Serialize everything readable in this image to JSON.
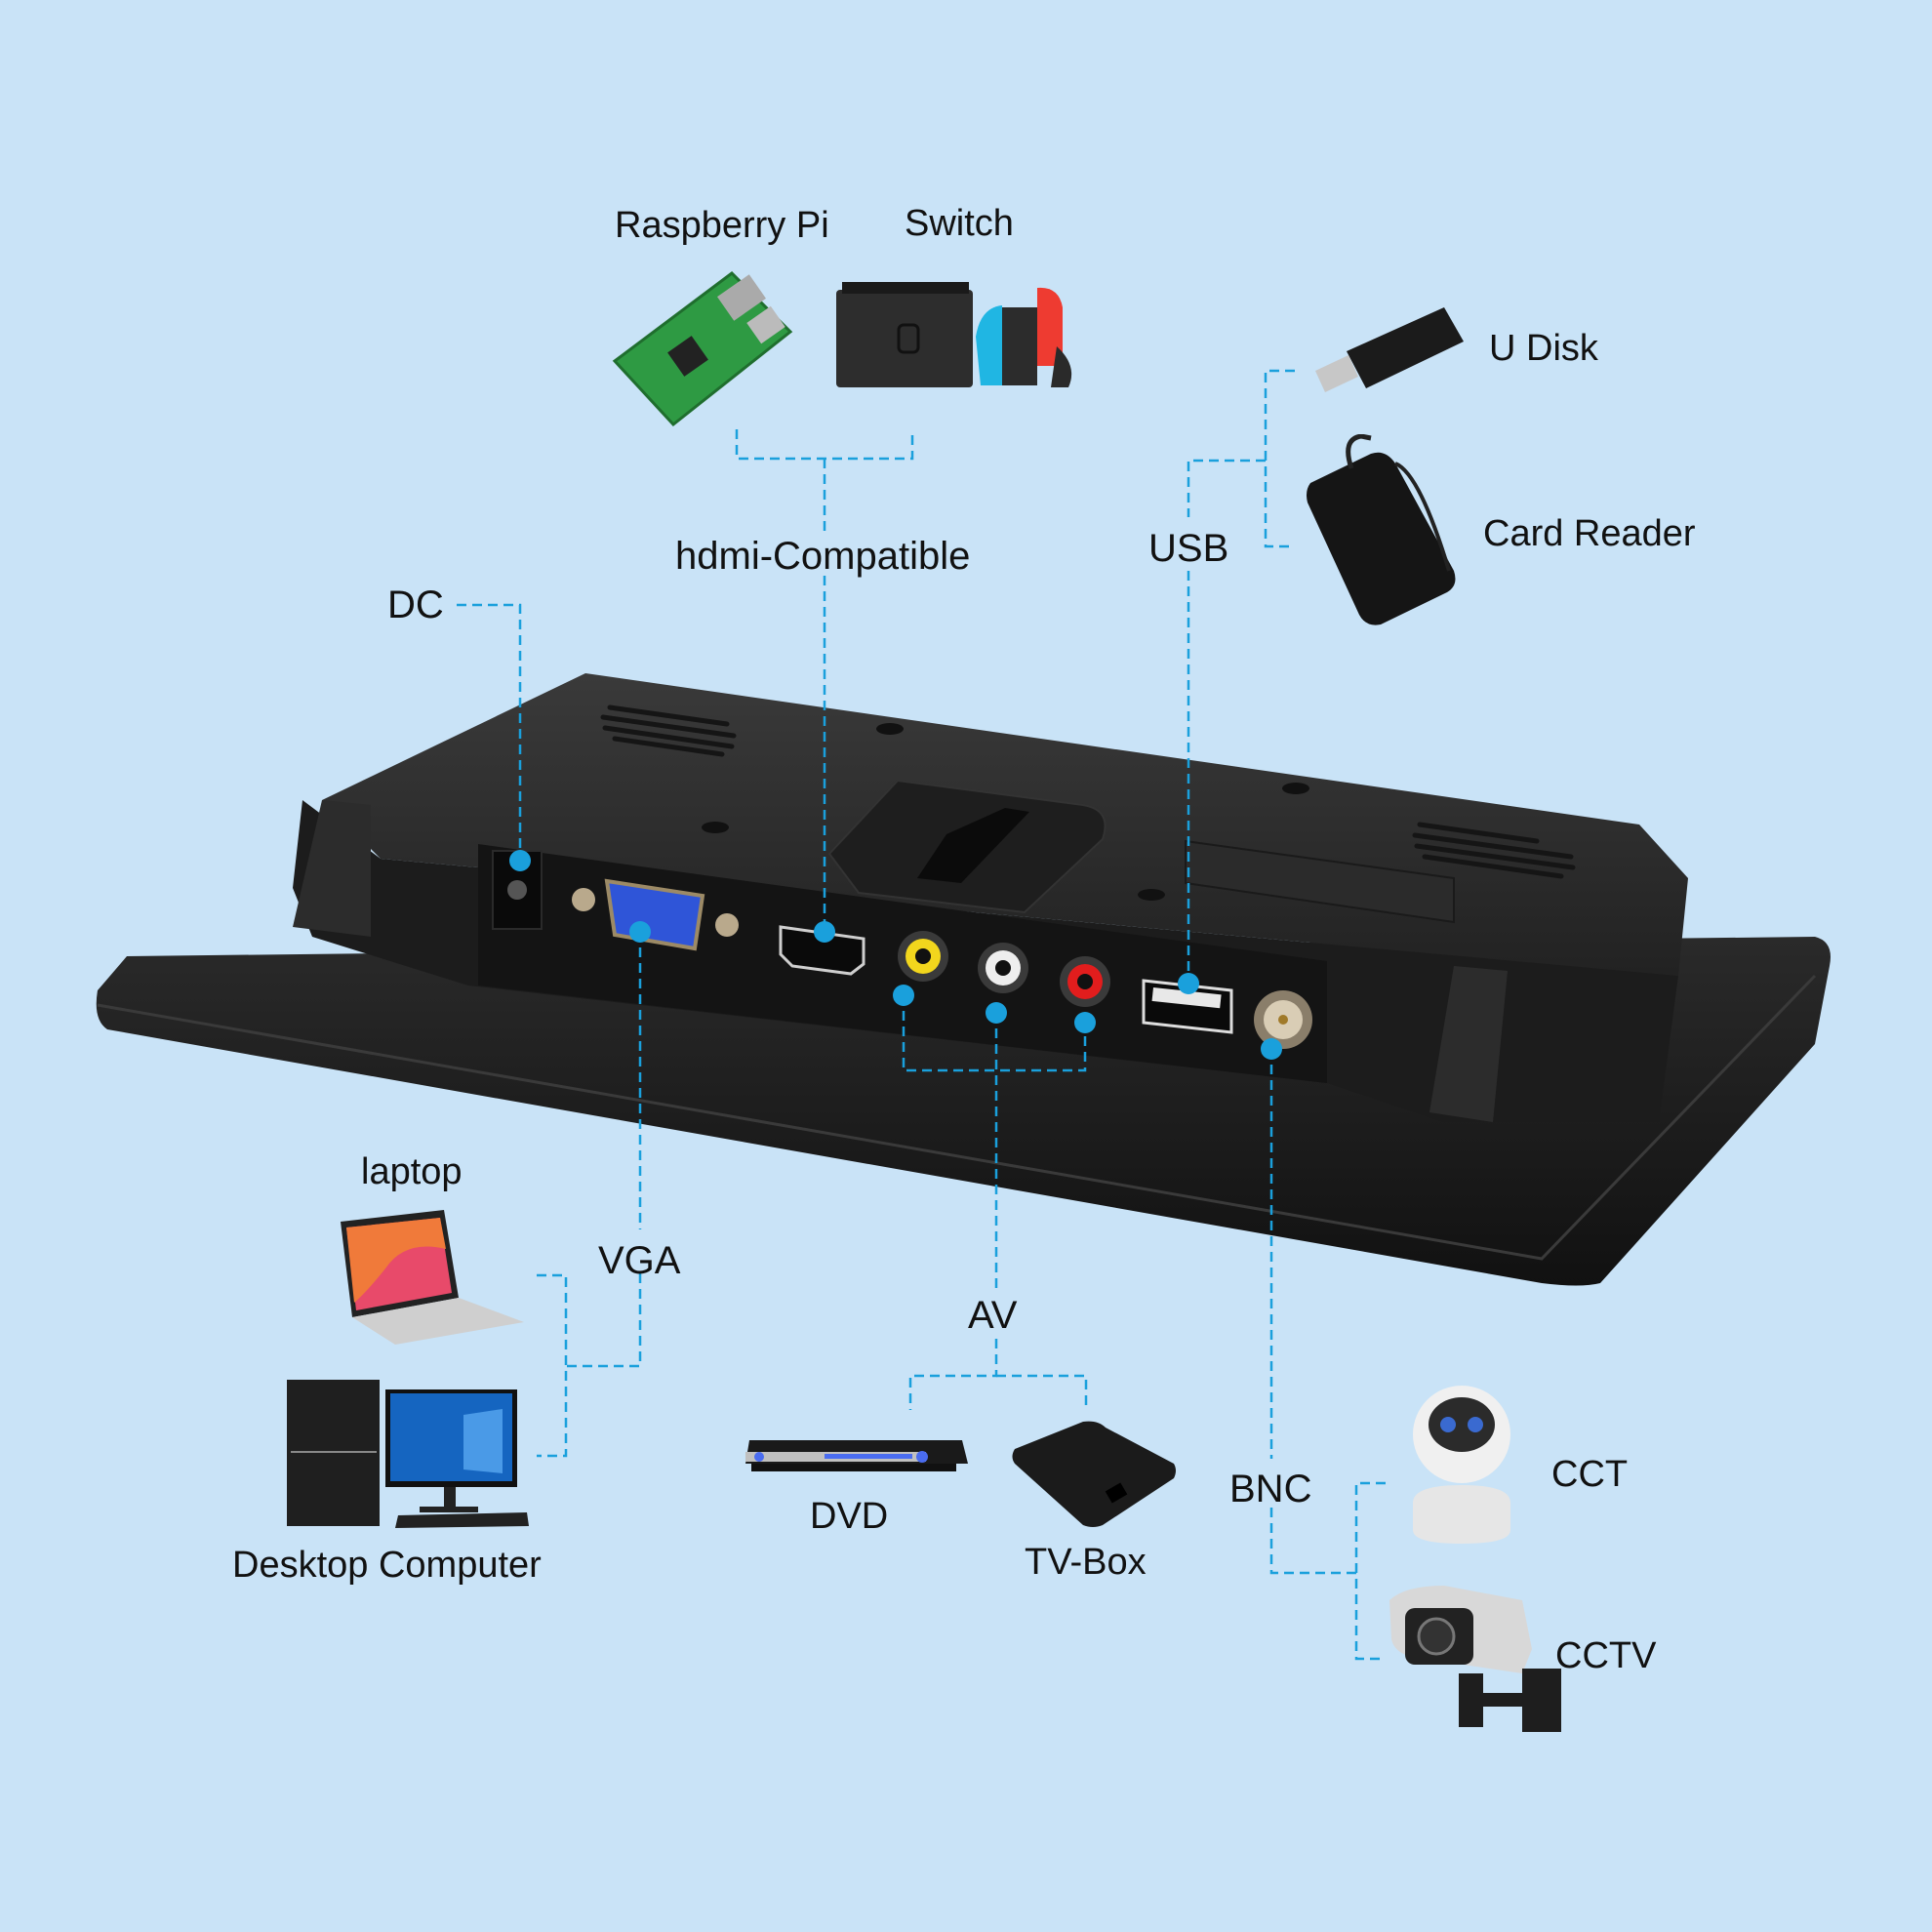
{
  "diagram": {
    "title": "Monitor input ports and compatible devices",
    "background": "#c9e3f7",
    "line_color": "#1aa0dc",
    "ports": [
      {
        "id": "dc",
        "label": "DC",
        "devices": []
      },
      {
        "id": "vga",
        "label": "VGA",
        "devices": [
          "laptop",
          "Desktop Computer"
        ]
      },
      {
        "id": "hdmi",
        "label": "hdmi-Compatible",
        "devices": [
          "Raspberry Pi",
          "Switch"
        ]
      },
      {
        "id": "av",
        "label": "AV",
        "devices": [
          "DVD",
          "TV-Box"
        ],
        "connectors": [
          "yellow",
          "white",
          "red"
        ]
      },
      {
        "id": "usb",
        "label": "USB",
        "devices": [
          "U Disk",
          "Card Reader"
        ]
      },
      {
        "id": "bnc",
        "label": "BNC",
        "devices": [
          "CCT",
          "CCTV"
        ]
      }
    ]
  },
  "labels": {
    "raspberry_pi": "Raspberry Pi",
    "switch": "Switch",
    "u_disk": "U Disk",
    "card_reader": "Card Reader",
    "hdmi": "hdmi-Compatible",
    "usb": "USB",
    "dc": "DC",
    "laptop": "laptop",
    "vga": "VGA",
    "desktop": "Desktop Computer",
    "av": "AV",
    "dvd": "DVD",
    "tvbox": "TV-Box",
    "bnc": "BNC",
    "cct": "CCT",
    "cctv": "CCTV"
  }
}
